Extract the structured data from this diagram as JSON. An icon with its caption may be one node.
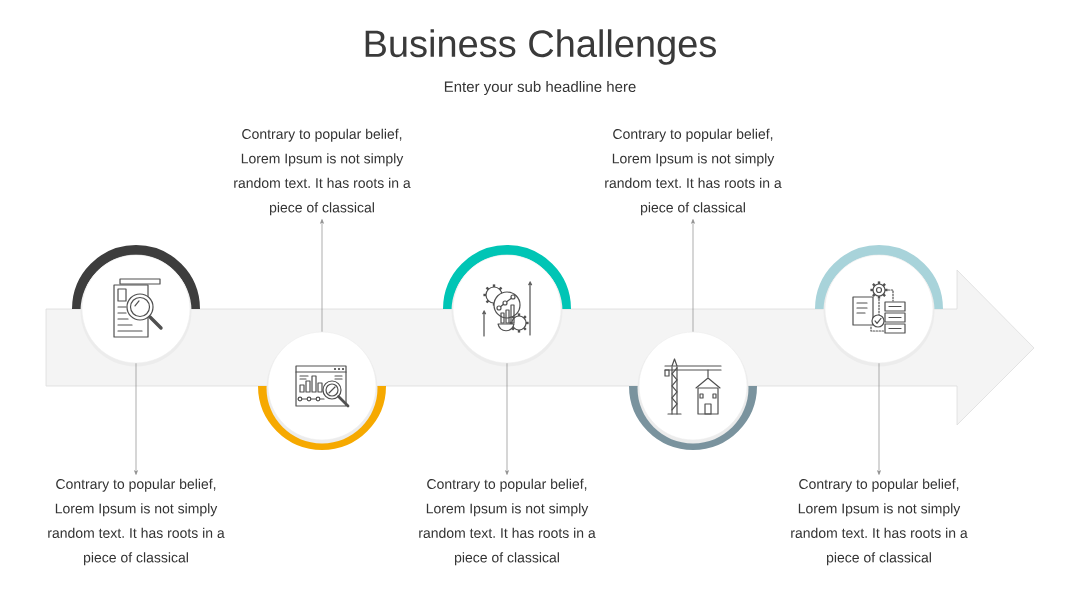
{
  "diagram": {
    "title": "Business Challenges",
    "nodes": [
      {
        "text": [],
        "shape": "circle"
      },
      {
        "text": [
          "Contrary to popular belief, Lorem Ipsum is not simply random text. It has roots in a piece of classical"
        ]
      },
      {
        "text": [],
        "shape": "circle"
      },
      {
        "text": [
          "Contrary to popular belief, Lorem Ipsum is not simply random text. It has roots in a piece of classical"
        ]
      },
      {
        "text": [],
        "shape": "circle"
      },
      {
        "text": [
          "Contrary to popular belief, Lorem Ipsum is not simply random text. It has roots in a piece of classical"
        ]
      },
      {
        "text": [],
        "shape": "circle"
      },
      {
        "text": [
          "Contrary to popular belief, Lorem Ipsum is not simply random text. It has roots in a piece of classical"
        ]
      },
      {
        "text": [],
        "shape": "circle"
      },
      {
        "text": [
          "Contrary to popular belief, Lorem Ipsum is not simply random text. It has roots in a piece of classical"
        ]
      }
    ],
    "edges": [
      {
        "from": 0,
        "to": 1,
        "arrow": "to"
      },
      {
        "from": 2,
        "to": 3,
        "arrow": "to"
      },
      {
        "from": 4,
        "to": 5,
        "arrow": "to"
      },
      {
        "from": 6,
        "to": 7,
        "arrow": "to"
      },
      {
        "from": 8,
        "to": 9,
        "arrow": "to"
      }
    ],
    "labels": [
      "Enter your sub headline here"
    ]
  }
}
